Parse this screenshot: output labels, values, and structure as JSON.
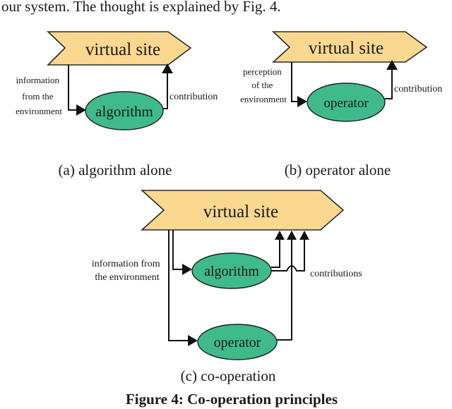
{
  "intro_text": "our system. The thought is explained by Fig. 4.",
  "colors": {
    "banner_fill": "#fbd88f",
    "node_fill": "#3fba8a",
    "line": "#111111"
  },
  "panel_a": {
    "banner": "virtual site",
    "node": "algorithm",
    "input_label": [
      "information",
      "from the",
      "environment"
    ],
    "output_label": "contribution",
    "caption": "(a) algorithm alone"
  },
  "panel_b": {
    "banner": "virtual site",
    "node": "operator",
    "input_label": [
      "perception",
      "of the",
      "environment"
    ],
    "output_label": "contribution",
    "caption": "(b) operator alone"
  },
  "panel_c": {
    "banner": "virtual site",
    "node_1": "algorithm",
    "node_2": "operator",
    "input_label": [
      "information from",
      "the environment"
    ],
    "output_label": "contributions",
    "caption": "(c) co-operation"
  },
  "figure_caption": "Figure 4: Co-operation principles"
}
